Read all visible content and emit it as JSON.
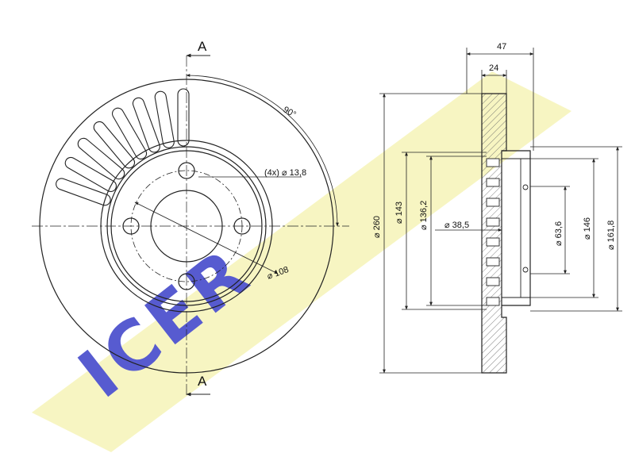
{
  "section_marks": {
    "top": "A",
    "bottom": "A"
  },
  "front_view": {
    "angle_label": "90°",
    "bolt_hole_label": "(4x) ⌀ 13,8",
    "bolt_circle_label": "⌀ 108"
  },
  "side_view": {
    "dims": {
      "overall_thickness": "47",
      "disc_thickness": "24",
      "outer_diameter": "⌀ 260",
      "friction_inner": "⌀ 143",
      "hat_outer": "⌀ 136,2",
      "center_bore": "⌀ 38,5",
      "spigot": "⌀ 63,6",
      "hub_face": "⌀ 146",
      "hat_top": "⌀ 161,8"
    }
  },
  "watermark": {
    "text": "ICER",
    "color": "#3a3fc8",
    "stripe_color": "#f3f0a0"
  },
  "colors": {
    "line": "#222222",
    "hatch": "#555555"
  }
}
